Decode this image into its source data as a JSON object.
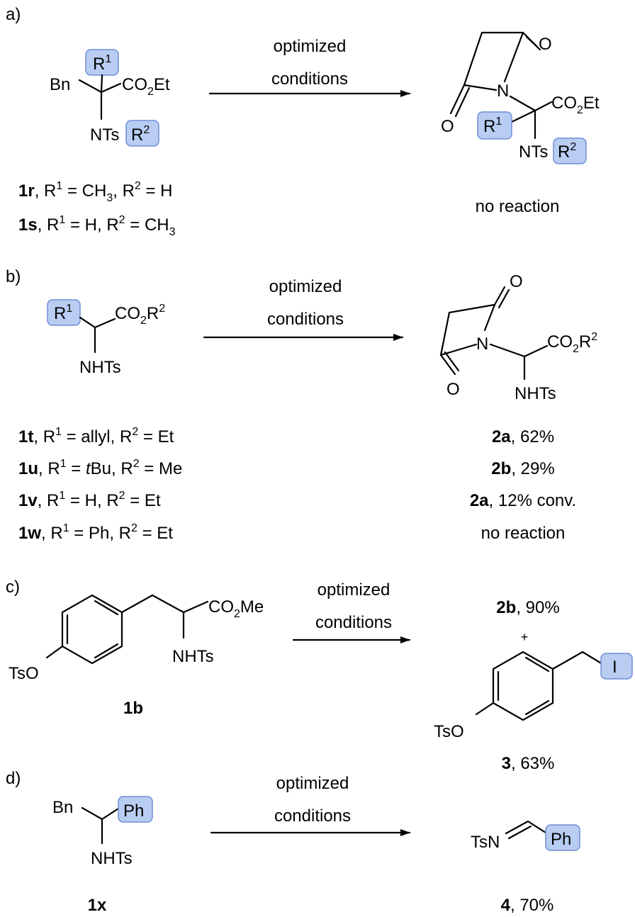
{
  "panels": {
    "a": {
      "label": "a)",
      "conditions": [
        "optimized",
        "conditions"
      ],
      "substrate": {
        "bn": "Bn",
        "ester": "CO2Et",
        "r1": "R1",
        "nts": "NTs",
        "r2": "R2"
      },
      "product": {
        "o_top": "O",
        "n": "N",
        "o_left": "O",
        "ester": "CO2Et",
        "r1": "R1",
        "nts": "NTs",
        "r2": "R2"
      },
      "result": "no reaction",
      "entries": [
        {
          "id": "1r",
          "text": ", R1 = CH3, R2 = H"
        },
        {
          "id": "1s",
          "text": ", R1 = H, R2 = CH3"
        }
      ]
    },
    "b": {
      "label": "b)",
      "conditions": [
        "optimized",
        "conditions"
      ],
      "substrate": {
        "r1": "R1",
        "ester": "CO2R2",
        "nhts": "NHTs"
      },
      "product": {
        "o_top": "O",
        "n": "N",
        "o_left": "O",
        "ester": "CO2R2",
        "nhts": "NHTs"
      },
      "entries": [
        {
          "id": "1t",
          "text": ", R1 = allyl, R2 = Et",
          "product_id": "2a",
          "outcome": ", 62%"
        },
        {
          "id": "1u",
          "text": ", R1 = tBu, R2 = Me",
          "product_id": "2b",
          "outcome": ", 29%"
        },
        {
          "id": "1v",
          "text": ", R1 = H, R2 = Et",
          "product_id": "2a",
          "outcome": ", 12% conv."
        },
        {
          "id": "1w",
          "text": ", R1 = Ph, R2 = Et",
          "product_id": "",
          "outcome": "no reaction"
        }
      ]
    },
    "c": {
      "label": "c)",
      "conditions": [
        "optimized",
        "conditions"
      ],
      "substrate": {
        "ester": "CO2Me",
        "nhts": "NHTs",
        "tso": "TsO",
        "id": "1b"
      },
      "product1": {
        "id": "2b",
        "outcome": ", 90%"
      },
      "plus": "+",
      "product2": {
        "iodo": "I",
        "tso": "TsO",
        "id": "3",
        "outcome": ", 63%"
      }
    },
    "d": {
      "label": "d)",
      "conditions": [
        "optimized",
        "conditions"
      ],
      "substrate": {
        "bn": "Bn",
        "ph": "Ph",
        "nhts": "NHTs",
        "id": "1x"
      },
      "product": {
        "tsn": "TsN",
        "ph": "Ph",
        "id": "4",
        "outcome": ", 70%"
      }
    }
  }
}
